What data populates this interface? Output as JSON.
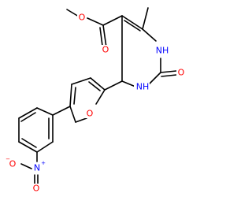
{
  "molecule": {
    "atoms": {
      "ester_o_methyl": "O",
      "ester_o_carbonyl": "O",
      "n1": "NH",
      "n3": "NH",
      "urea_o": "O",
      "furan_o": "O",
      "nitro_n": "N",
      "nitro_n_charge": "+",
      "nitro_o_neg": "O",
      "nitro_o_neg_charge": "−",
      "nitro_o": "O"
    },
    "colors": {
      "bond": "#000000",
      "oxygen": "#ff0000",
      "nitrogen": "#0000ff"
    }
  }
}
